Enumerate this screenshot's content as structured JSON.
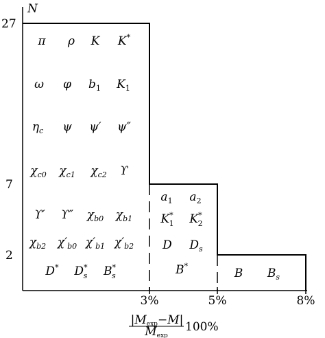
{
  "chart_data": {
    "type": "bar",
    "ylabel": "N",
    "xlabel": "|Mexp−M| / Mexp 100%",
    "xlabel_parts": {
      "numerator": "|M",
      "numerator_sub": "exp",
      "numerator_rest": "−M|",
      "denominator": "M",
      "denominator_sub": "exp",
      "suffix": "100%"
    },
    "y_ticks": [
      27,
      7,
      2
    ],
    "x_ticks": [
      "3%",
      "5%",
      "8%"
    ],
    "bins": [
      {
        "range": [
          "0%",
          "3%"
        ],
        "value": 27,
        "rows": [
          [
            "π",
            "ρ",
            "K",
            "K*"
          ],
          [
            "ω",
            "φ",
            "b₁",
            "K₁"
          ],
          [
            "η_c",
            "ψ",
            "ψ′",
            "ψ″"
          ],
          [
            "χ_c0",
            "χ_c1",
            "χ_c2",
            "ϒ"
          ],
          [
            "ϒ′",
            "ϒ″",
            "χ_b0",
            "χ_b1"
          ],
          [
            "χ_b2",
            "χ′_b0",
            "χ′_b1",
            "χ′_b2"
          ],
          [
            "D*",
            "D*_s",
            "B*_s"
          ]
        ]
      },
      {
        "range": [
          "3%",
          "5%"
        ],
        "value": 7,
        "rows": [
          [
            "a₁",
            "a₂"
          ],
          [
            "K*₁",
            "K*₂"
          ],
          [
            "D",
            "D_s"
          ],
          [
            "B*"
          ]
        ]
      },
      {
        "range": [
          "5%",
          "8%"
        ],
        "value": 2,
        "rows": [
          [
            "B",
            "B_s"
          ]
        ]
      }
    ]
  }
}
